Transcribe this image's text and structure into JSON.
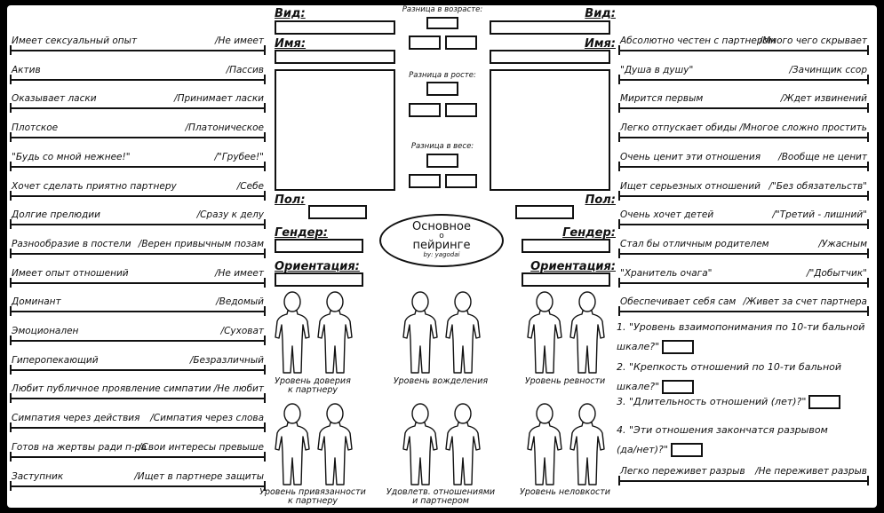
{
  "headers": {
    "vid_left": "Вид:",
    "vid_right": "Вид:",
    "name_left": "Имя:",
    "name_right": "Имя:",
    "pol_left": "Пол:",
    "pol_right": "Пол:",
    "gender_left": "Гендер:",
    "gender_right": "Гендер:",
    "orient_left": "Ориентация:",
    "orient_right": "Ориентация:"
  },
  "center": {
    "age_diff": "Разница в возрасте:",
    "height_diff": "Разница в росте:",
    "weight_diff": "Разница в весе:",
    "title_line1": "Основное",
    "title_line2": "о",
    "title_line3": "пейринге",
    "byline": "by: yagodai"
  },
  "left_scales": [
    {
      "left": "Имеет сексуальный опыт",
      "right": "/Не имеет"
    },
    {
      "left": "Актив",
      "right": "/Пассив"
    },
    {
      "left": "Оказывает ласки",
      "right": "/Принимает ласки"
    },
    {
      "left": "Плотское",
      "right": "/Платоническое"
    },
    {
      "left": "\"Будь со мной нежнее!\"",
      "right": "/\"Грубее!\""
    },
    {
      "left": "Хочет сделать приятно партнеру",
      "right": "/Себе"
    },
    {
      "left": "Долгие прелюдии",
      "right": "/Сразу к делу"
    },
    {
      "left": "Разнообразие в постели",
      "right": "/Верен привычным позам"
    },
    {
      "left": "Имеет опыт отношений",
      "right": "/Не имеет"
    },
    {
      "left": "Доминант",
      "right": "/Ведомый"
    },
    {
      "left": "Эмоционален",
      "right": "/Суховат"
    },
    {
      "left": "Гиперопекающий",
      "right": "/Безразличный"
    },
    {
      "left": "Любит публичное проявление симпатии",
      "right": "/Не любит"
    },
    {
      "left": "Симпатия через действия",
      "right": "/Симпатия через слова"
    },
    {
      "left": "Готов на жертвы ради п-ра",
      "right": "/Свои интересы превыше"
    },
    {
      "left": "Заступник",
      "right": "/Ищет в партнере защиты"
    }
  ],
  "right_scales": [
    {
      "left": "Абсолютно честен с партнером",
      "right": "/Много чего скрывает"
    },
    {
      "left": "\"Душа в душу\"",
      "right": "/Зачинщик ссор"
    },
    {
      "left": "Мирится первым",
      "right": "/Ждет извинений"
    },
    {
      "left": "Легко отпускает обиды",
      "right": "/Многое сложно простить"
    },
    {
      "left": "Очень ценит эти отношения",
      "right": "/Вообще не ценит"
    },
    {
      "left": "Ищет серьезных отношений",
      "right": "/\"Без обязательств\""
    },
    {
      "left": "Очень хочет детей",
      "right": "/\"Третий - лишний\""
    },
    {
      "left": "Стал бы отличным родителем",
      "right": "/Ужасным"
    },
    {
      "left": "\"Хранитель очага\"",
      "right": "/\"Добытчик\""
    },
    {
      "left": "Обеспечивает себя сам",
      "right": "/Живет за счет партнера"
    }
  ],
  "last_scale": {
    "left": "Легко переживет разрыв",
    "right": "/Не переживет разрыв"
  },
  "figures": [
    {
      "line1": "Уровень доверия",
      "line2": "к партнеру"
    },
    {
      "line1": "Уровень вожделения",
      "line2": ""
    },
    {
      "line1": "Уровень ревности",
      "line2": ""
    },
    {
      "line1": "Уровень привязанности",
      "line2": "к партнеру"
    },
    {
      "line1": "Удовлетв. отношениями",
      "line2": "и партнером"
    },
    {
      "line1": "Уровень неловкости",
      "line2": ""
    }
  ],
  "questions": {
    "q1a": "1. \"Уровень взаимопонимания по 10-ти бальной",
    "q1b": "шкале?\"",
    "q2a": "2. \"Крепкость отношений по 10-ти бальной",
    "q2b": "шкале?\"",
    "q3": "3. \"Длительность отношений (лет)?\"",
    "q4a": "4. \"Эти отношения закончатся разрывом",
    "q4b": "(да/нет)?\""
  }
}
